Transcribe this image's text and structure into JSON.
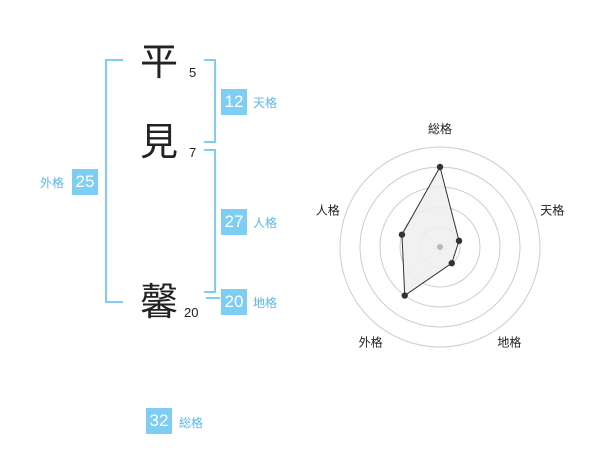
{
  "name": {
    "chars": [
      {
        "char": "平",
        "strokes": "5"
      },
      {
        "char": "見",
        "strokes": "7"
      },
      {
        "char": "馨",
        "strokes": "20"
      }
    ]
  },
  "kaku": {
    "tenkaku": {
      "value": "12",
      "label": "天格"
    },
    "jinkaku": {
      "value": "27",
      "label": "人格"
    },
    "chikaku": {
      "value": "20",
      "label": "地格"
    },
    "gaikaku": {
      "value": "25",
      "label": "外格"
    },
    "soukaku": {
      "value": "32",
      "label": "総格"
    }
  },
  "chart_data": {
    "type": "radar",
    "axes": [
      "総格",
      "天格",
      "地格",
      "外格",
      "人格"
    ],
    "values": [
      4,
      1,
      1,
      3,
      2
    ],
    "rmax": 5,
    "rings": 5,
    "colors": {
      "fill": "#eeeeee",
      "line": "#333333",
      "ring": "#cccccc",
      "center": "#bbbbbb"
    }
  }
}
